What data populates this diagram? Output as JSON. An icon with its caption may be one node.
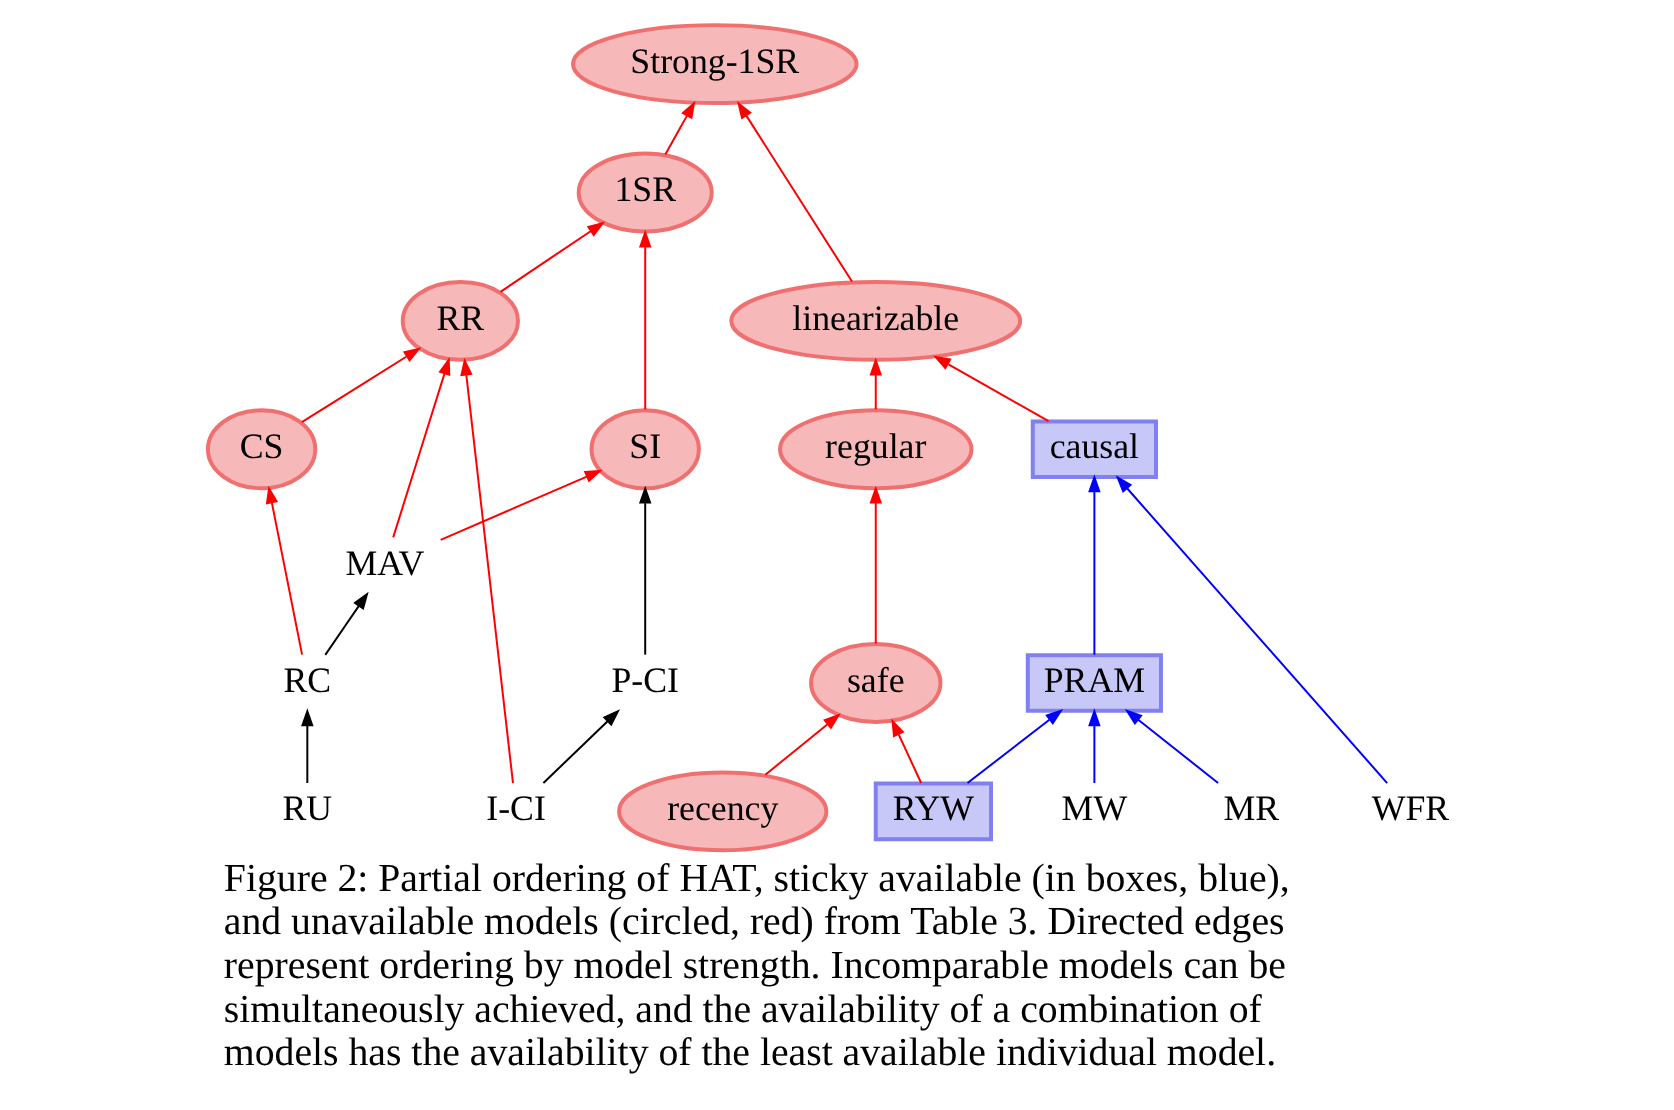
{
  "diagram": {
    "caption": "Figure 2: Partial ordering of HAT, sticky available (in boxes, blue), and unavailable models (circled, red) from Table 3. Directed edges represent ordering by model strength. Incomparable models can be simultaneously achieved, and the availability of a combination of models has the availability of the least available individual model.",
    "nodes": [
      {
        "text": [
          "Strong-1SR"
        ]
      },
      {
        "text": [
          "1SR"
        ]
      },
      {
        "text": [
          "RR"
        ]
      },
      {
        "text": [
          "CS"
        ]
      },
      {
        "text": [
          "linearizable"
        ]
      },
      {
        "text": [
          "regular"
        ]
      },
      {
        "text": [
          "safe"
        ]
      },
      {
        "text": [
          "recency"
        ]
      },
      {
        "text": [
          "causal"
        ]
      },
      {
        "text": [
          "PRAM"
        ]
      },
      {
        "text": [
          "RYW"
        ]
      },
      {
        "text": [
          "SI"
        ]
      },
      {
        "text": [
          "MAV"
        ]
      },
      {
        "text": [
          "RC"
        ]
      },
      {
        "text": [
          "RU"
        ]
      },
      {
        "text": [
          "P-CI"
        ]
      },
      {
        "text": [
          "I-CI"
        ]
      },
      {
        "text": [
          "WFR"
        ]
      },
      {
        "text": [
          "MR"
        ]
      },
      {
        "text": [
          "MW"
        ]
      }
    ],
    "edges": [
      {
        "from": 1,
        "to": 0,
        "arrow": "to"
      },
      {
        "from": 4,
        "to": 0,
        "arrow": "to"
      },
      {
        "from": 2,
        "to": 1,
        "arrow": "to"
      },
      {
        "from": 11,
        "to": 1,
        "arrow": "to"
      },
      {
        "from": 3,
        "to": 2,
        "arrow": "to"
      },
      {
        "from": 12,
        "to": 2,
        "arrow": "to"
      },
      {
        "from": 16,
        "to": 2,
        "arrow": "to"
      },
      {
        "from": 12,
        "to": 11,
        "arrow": "to"
      },
      {
        "from": 15,
        "to": 11,
        "arrow": "to",
        "color": "#000000"
      },
      {
        "from": 16,
        "to": 15,
        "arrow": "to",
        "color": "#000000"
      },
      {
        "from": 13,
        "to": 3,
        "arrow": "to"
      },
      {
        "from": 13,
        "to": 12,
        "arrow": "to",
        "color": "#000000"
      },
      {
        "from": 14,
        "to": 13,
        "arrow": "to",
        "color": "#000000"
      },
      {
        "from": 8,
        "to": 4,
        "arrow": "to"
      },
      {
        "from": 5,
        "to": 4,
        "arrow": "to"
      },
      {
        "from": 6,
        "to": 5,
        "arrow": "to"
      },
      {
        "from": 7,
        "to": 6,
        "arrow": "to"
      },
      {
        "from": 10,
        "to": 6,
        "arrow": "to"
      },
      {
        "from": 9,
        "to": 8,
        "arrow": "to",
        "color": "#0000ff"
      },
      {
        "from": 17,
        "to": 8,
        "arrow": "to",
        "color": "#0000ff"
      },
      {
        "from": 18,
        "to": 9,
        "arrow": "to",
        "color": "#0000ff"
      },
      {
        "from": 19,
        "to": 9,
        "arrow": "to",
        "color": "#0000ff"
      },
      {
        "from": 10,
        "to": 9,
        "arrow": "to",
        "color": "#0000ff"
      }
    ]
  }
}
